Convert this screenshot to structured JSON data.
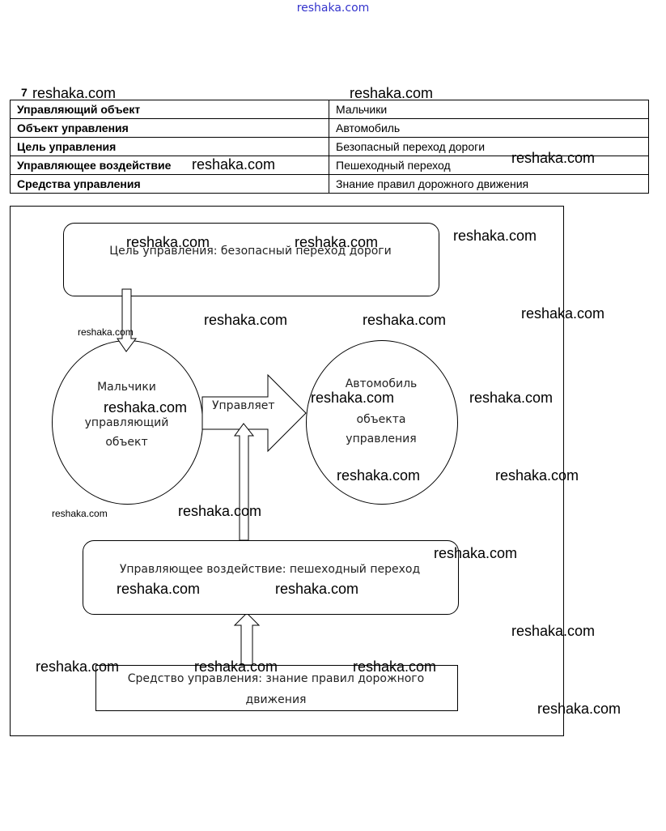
{
  "watermark_top": "reshaka.com",
  "watermark": "reshaka.com",
  "task_number": "7",
  "table": {
    "rows": [
      {
        "label": "Управляющий объект",
        "value": "Мальчики"
      },
      {
        "label": "Объект управления",
        "value": "Автомобиль"
      },
      {
        "label": "Цель управления",
        "value": "Безопасный переход дороги"
      },
      {
        "label": "Управляющее воздействие",
        "value": "Пешеходный переход"
      },
      {
        "label": "Средства управления",
        "value": "Знание правил дорожного движения"
      }
    ]
  },
  "diagram": {
    "goal": "Цель управления: безопасный переход дороги",
    "subject": {
      "line1": "Мальчики",
      "line2": "управляющий",
      "line3": "объект"
    },
    "action_arrow": "Управляет",
    "object": {
      "line1": "Автомобиль",
      "line2": "объекта",
      "line3": "управления"
    },
    "influence": "Управляющее воздействие: пешеходный переход",
    "means_line1": "Средство управления: знание правил дорожного",
    "means_line2": "движения"
  }
}
